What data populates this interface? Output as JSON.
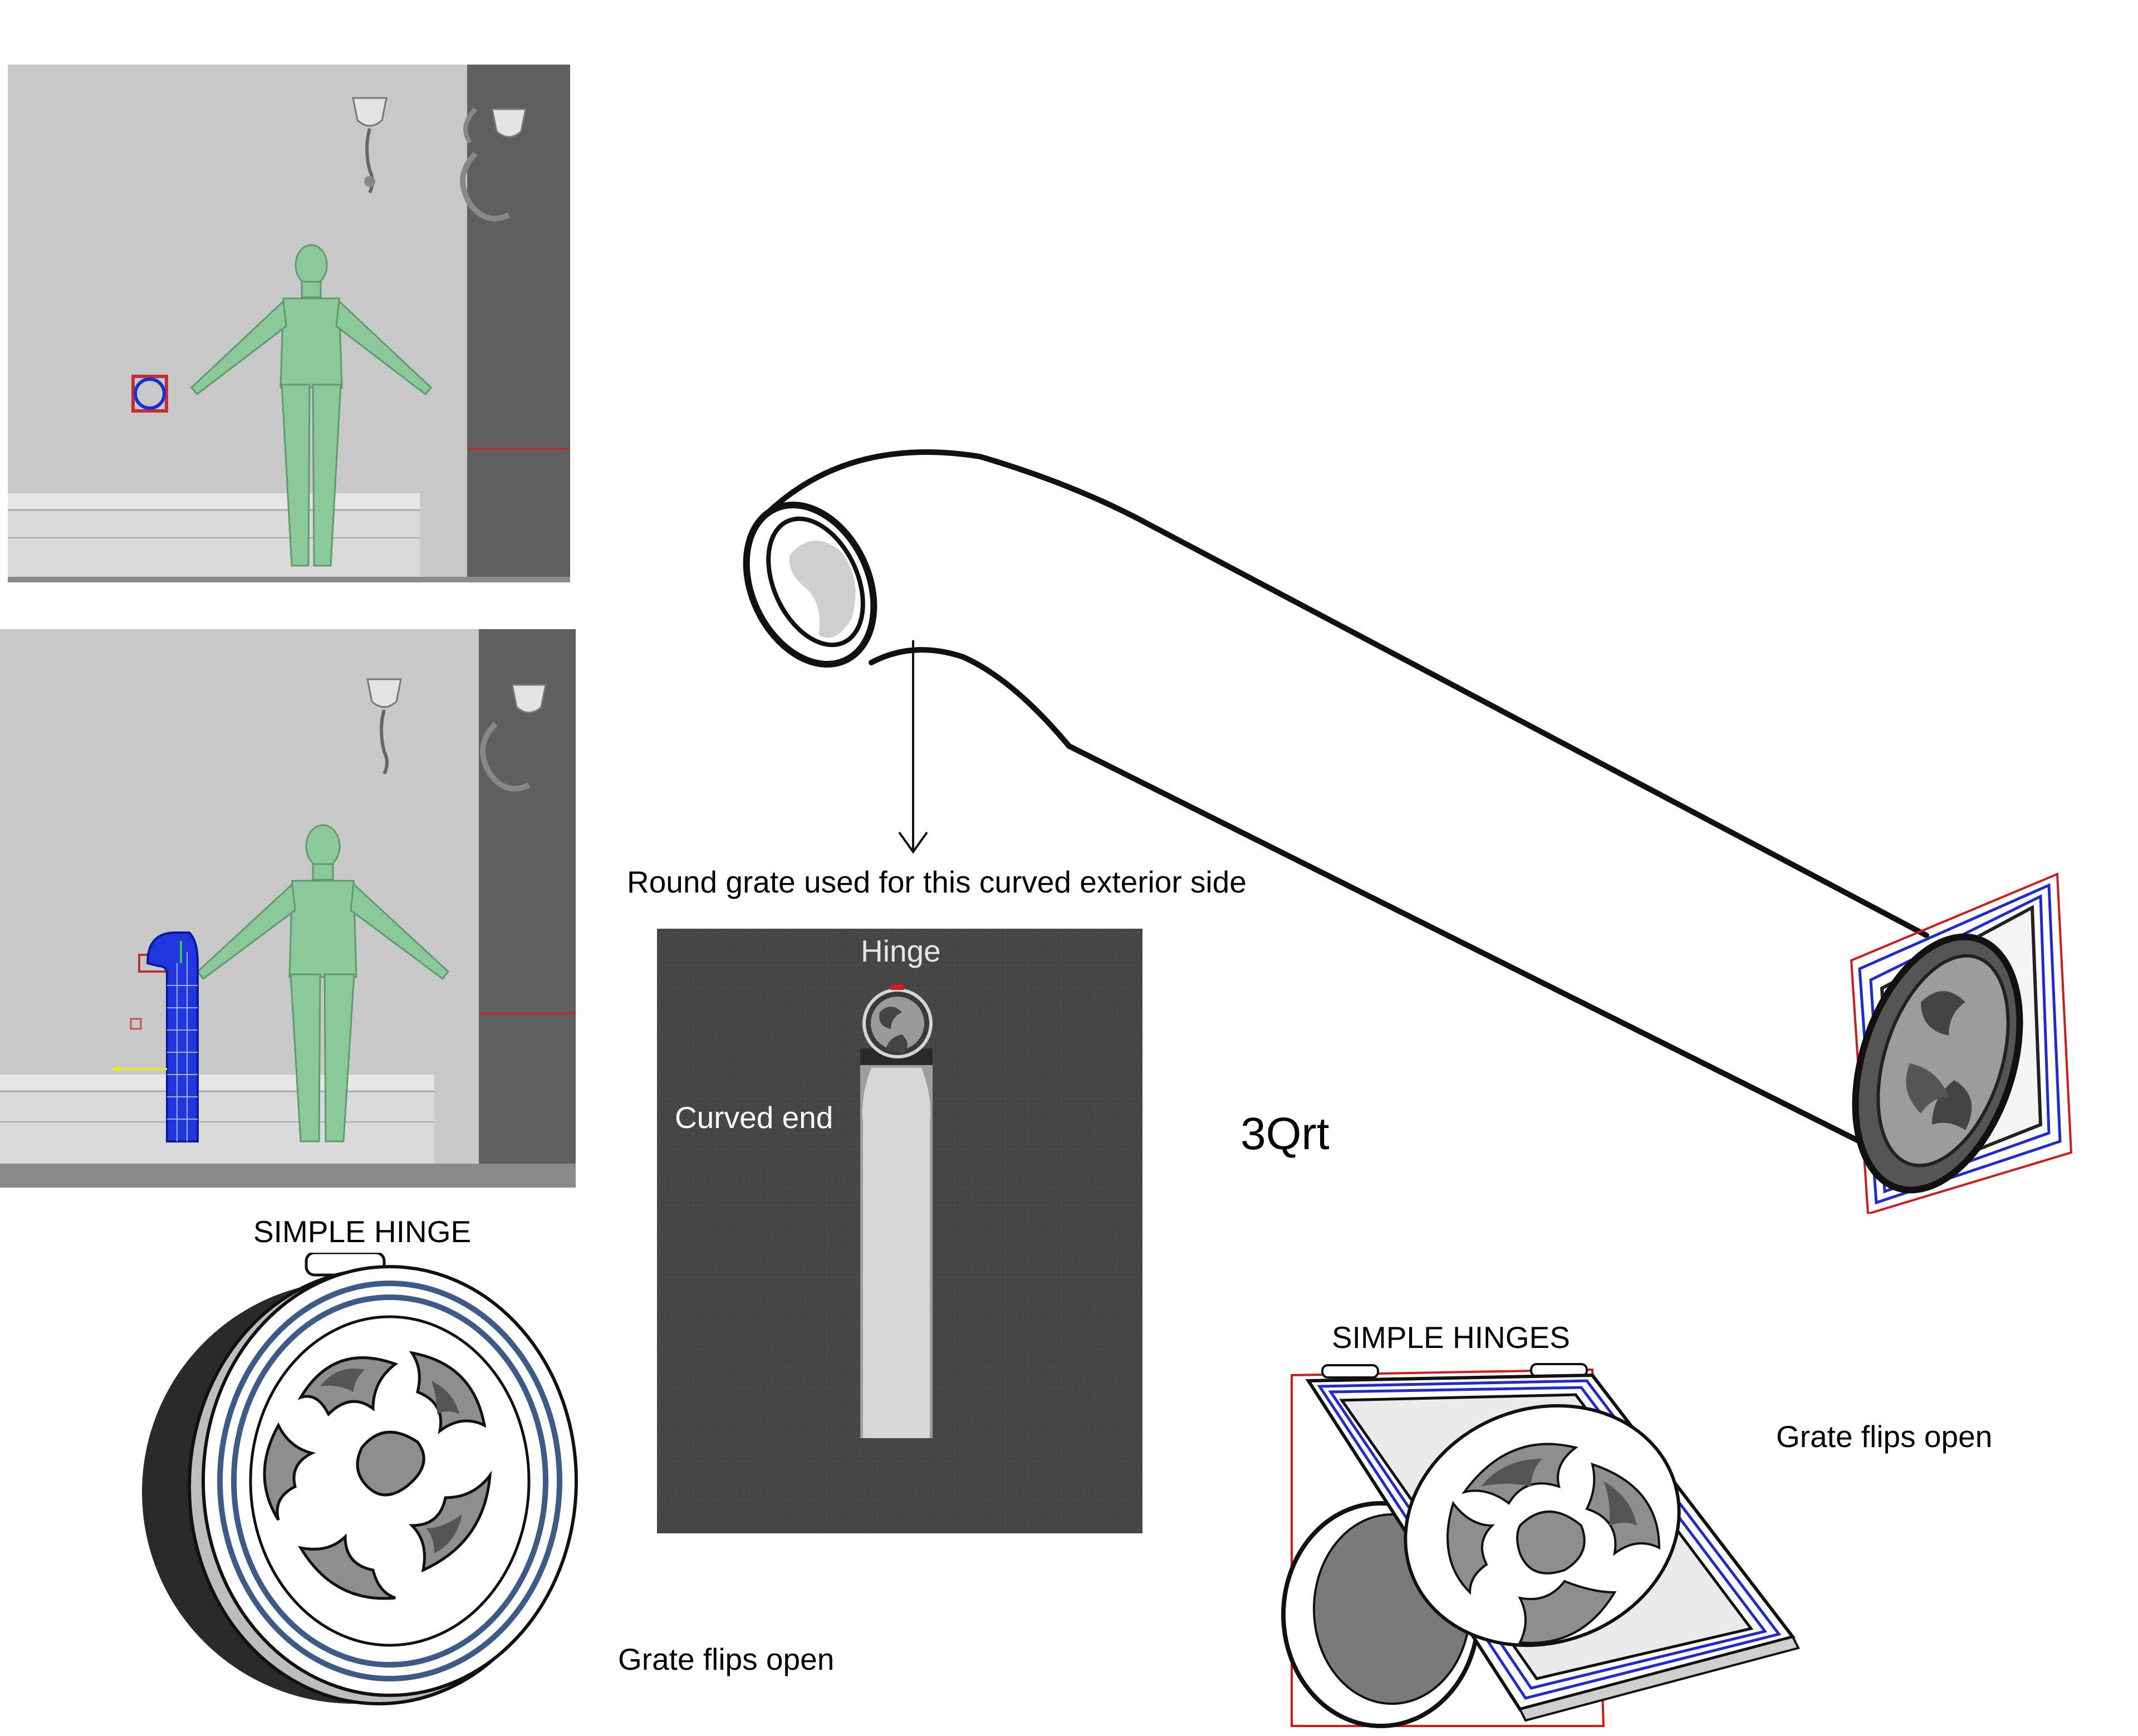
{
  "labels": {
    "round_grate_note": "Round grate used for this curved exterior side",
    "hinge": "Hinge",
    "curved_end": "Curved end",
    "three_qrt": "3Qrt",
    "simple_hinge": "SIMPLE HINGE",
    "grate_flips_open_left": "Grate flips open",
    "simple_hinges": "SIMPLE HINGES",
    "grate_flips_open_right": "Grate flips open"
  },
  "colors": {
    "character_green": "#8cc99a",
    "wall_grey": "#c9c9c9",
    "viewport_dark": "#6a6a6a",
    "grid_dark": "#4a4a4a",
    "uv_blue": "#1e2fd8",
    "sketch_red": "#d11a1a",
    "sketch_blue": "#1f2bd1",
    "ring_blue": "#3d5a88",
    "grate_grey": "#8e8e8e"
  }
}
